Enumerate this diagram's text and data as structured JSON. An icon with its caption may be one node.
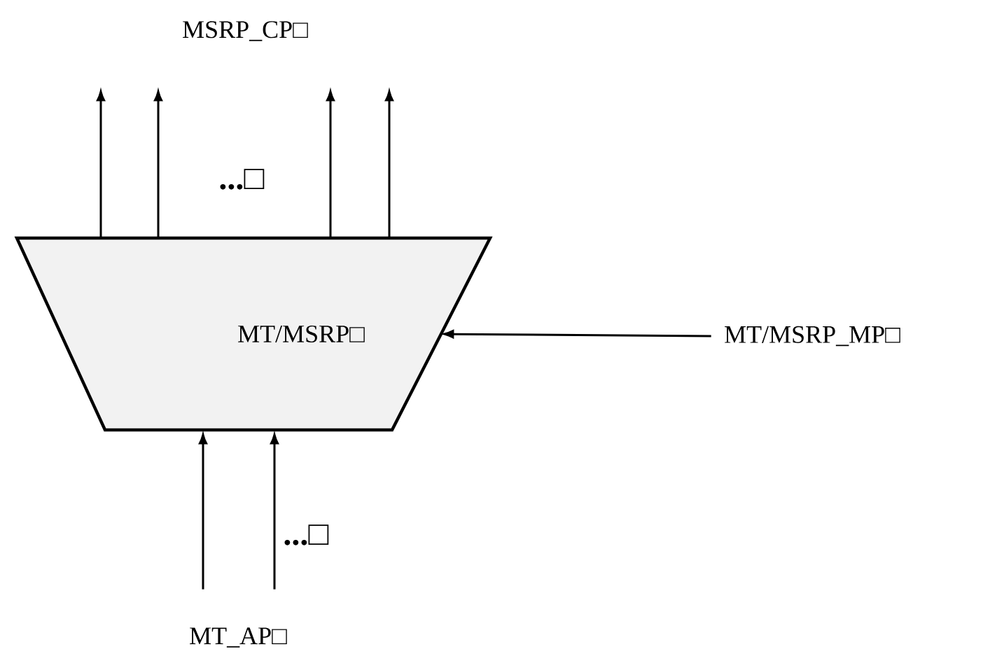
{
  "diagram": {
    "nodes": [
      {
        "text": [
          "MT/MSRP□"
        ]
      },
      {
        "text": [
          "MSRP_CP□"
        ]
      },
      {
        "text": [
          "MT_AP□"
        ]
      },
      {
        "text": [
          "MT/MSRP_MP□"
        ]
      }
    ],
    "edges": [
      {
        "from": 0,
        "to": 1,
        "arrow": "to"
      },
      {
        "from": 0,
        "to": 1,
        "arrow": "to"
      },
      {
        "from": 0,
        "to": 1,
        "arrow": "to"
      },
      {
        "from": 0,
        "to": 1,
        "arrow": "to"
      },
      {
        "from": 2,
        "to": 0,
        "arrow": "to"
      },
      {
        "from": 2,
        "to": 0,
        "arrow": "to"
      },
      {
        "from": 3,
        "to": 0,
        "arrow": "to"
      }
    ],
    "labels": [
      "...□",
      "...□"
    ]
  }
}
